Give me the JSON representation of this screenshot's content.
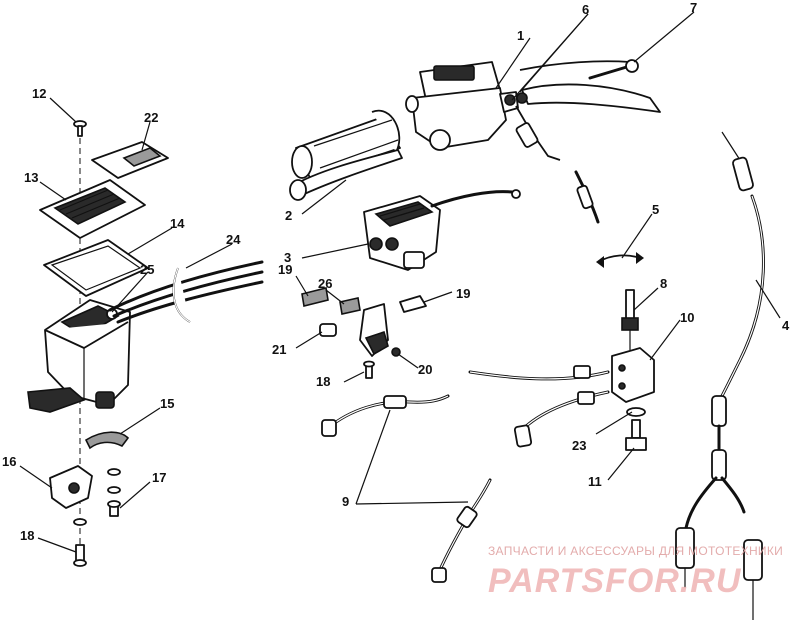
{
  "callouts": [
    {
      "id": "1",
      "text": "1"
    },
    {
      "id": "2",
      "text": "2"
    },
    {
      "id": "3",
      "text": "3"
    },
    {
      "id": "4",
      "text": "4"
    },
    {
      "id": "5",
      "text": "5"
    },
    {
      "id": "6",
      "text": "6"
    },
    {
      "id": "7",
      "text": "7"
    },
    {
      "id": "8",
      "text": "8"
    },
    {
      "id": "9",
      "text": "9"
    },
    {
      "id": "10",
      "text": "10"
    },
    {
      "id": "11",
      "text": "11"
    },
    {
      "id": "12",
      "text": "12"
    },
    {
      "id": "13",
      "text": "13"
    },
    {
      "id": "14",
      "text": "14"
    },
    {
      "id": "15",
      "text": "15"
    },
    {
      "id": "16",
      "text": "16"
    },
    {
      "id": "17",
      "text": "17"
    },
    {
      "id": "18a",
      "text": "18"
    },
    {
      "id": "18b",
      "text": "18"
    },
    {
      "id": "19a",
      "text": "19"
    },
    {
      "id": "19b",
      "text": "19"
    },
    {
      "id": "20",
      "text": "20"
    },
    {
      "id": "21",
      "text": "21"
    },
    {
      "id": "22",
      "text": "22"
    },
    {
      "id": "23",
      "text": "23"
    },
    {
      "id": "24",
      "text": "24"
    },
    {
      "id": "25",
      "text": "25"
    },
    {
      "id": "26",
      "text": "26"
    }
  ],
  "watermark": {
    "line1": "ЗАПЧАСТИ И АКСЕССУАРЫ ДЛЯ МОТОТЕХНИКИ",
    "brand": "PARTSFOR.RU"
  }
}
